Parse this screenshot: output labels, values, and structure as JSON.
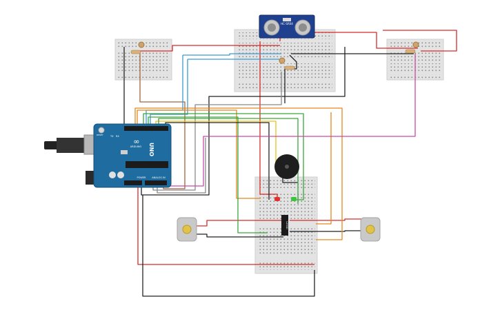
{
  "board": {
    "logo": "∞",
    "brand_mark": "UNO",
    "brand_name": "ARDUINO",
    "power_label": "POWER",
    "analog_label": "ANALOG IN",
    "tx_label": "TX",
    "rx_label": "RX",
    "reset_label": "RESET"
  },
  "sensor": {
    "label": "HC-SR04"
  },
  "driver": {
    "label": "L293D"
  },
  "colors": {
    "red": "#d62b2b",
    "black": "#222222",
    "brown": "#a0643c",
    "orange": "#e5861f",
    "yellow": "#e6c31b",
    "green": "#3aa63a",
    "blue": "#3a9bd4",
    "gray": "#888888",
    "magenta": "#c74aa8",
    "board_blue": "#1f6da0",
    "breadboard": "#e3e3e3"
  }
}
